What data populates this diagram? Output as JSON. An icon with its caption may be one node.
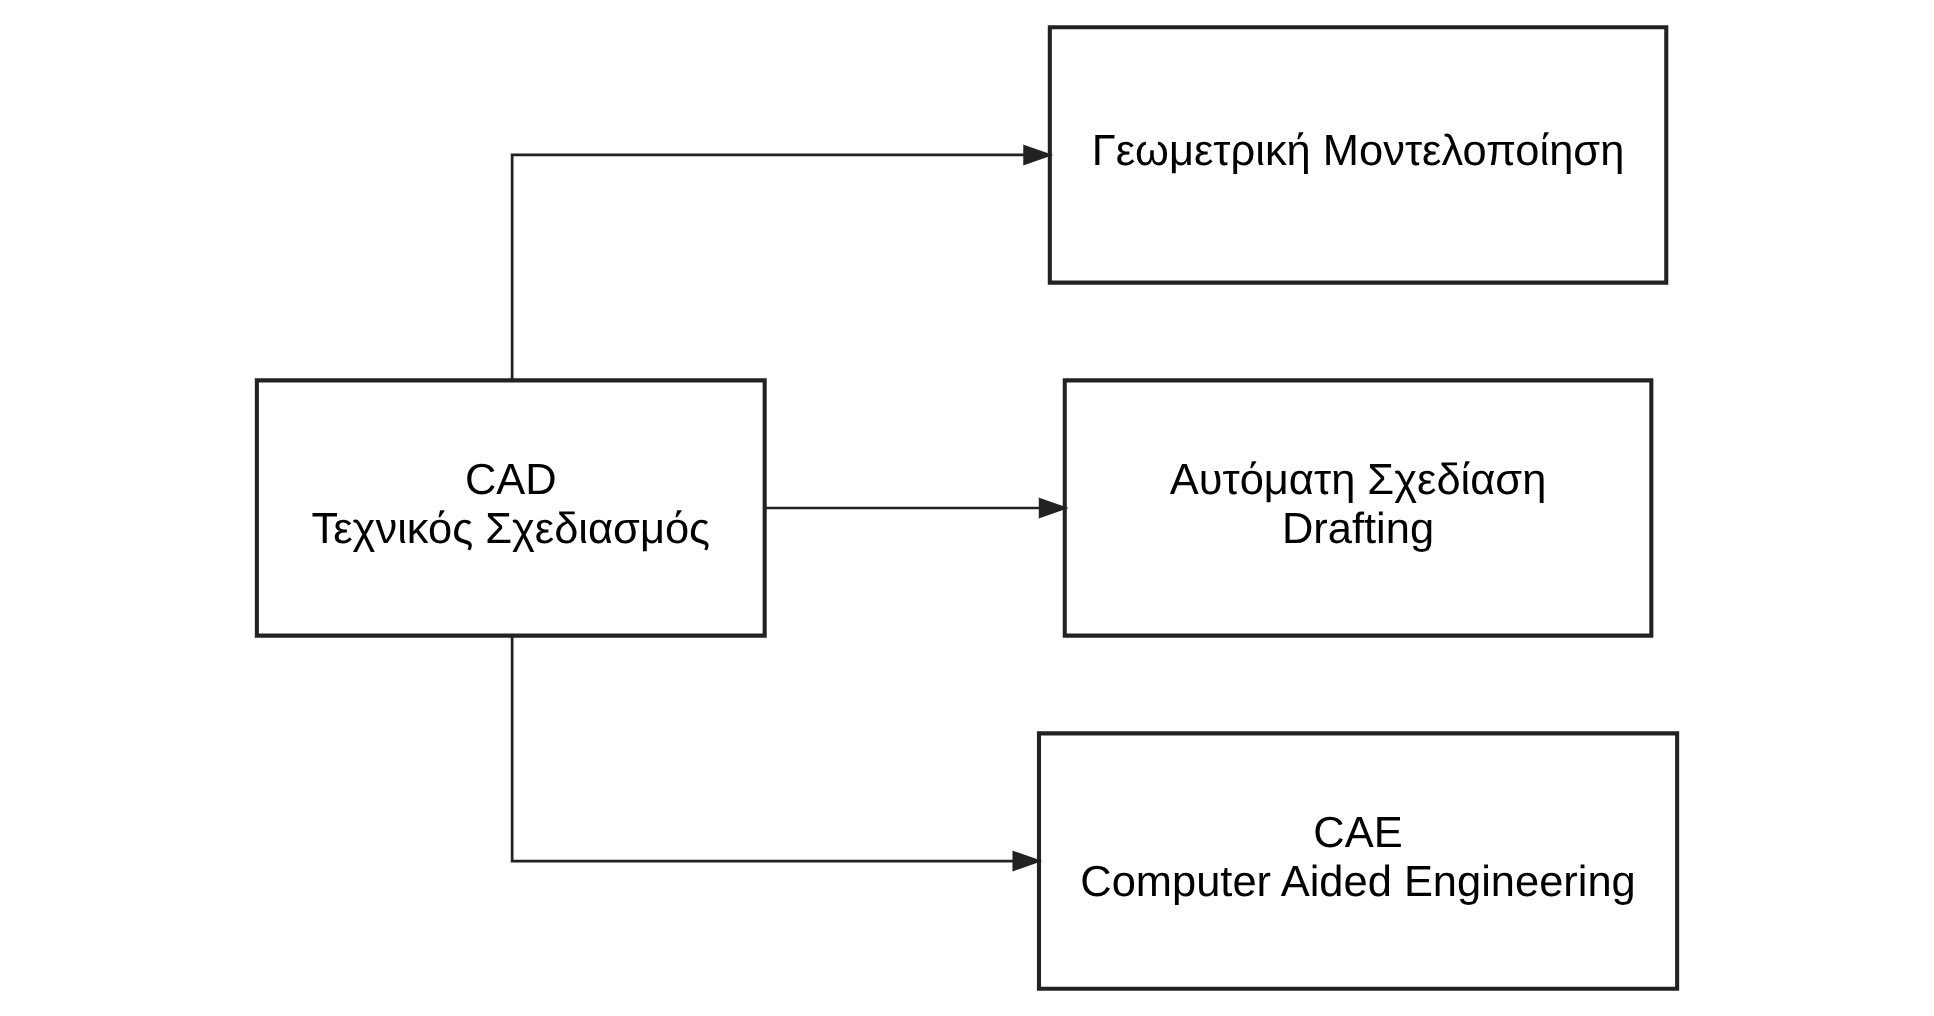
{
  "diagram": {
    "nodes": [
      {
        "text": [
          "CAD",
          "Τεχνικός Σχεδιασμός"
        ]
      },
      {
        "text": [
          "Γεωμετρική Μοντελοποίηση"
        ]
      },
      {
        "text": [
          "Αυτόματη Σχεδίαση",
          "Drafting"
        ]
      },
      {
        "text": [
          "CAE",
          "Computer Aided Engineering"
        ]
      }
    ],
    "edges": [
      {
        "from": 0,
        "to": 1,
        "arrow": "to"
      },
      {
        "from": 0,
        "to": 2,
        "arrow": "to"
      },
      {
        "from": 0,
        "to": 3,
        "arrow": "to"
      }
    ]
  }
}
